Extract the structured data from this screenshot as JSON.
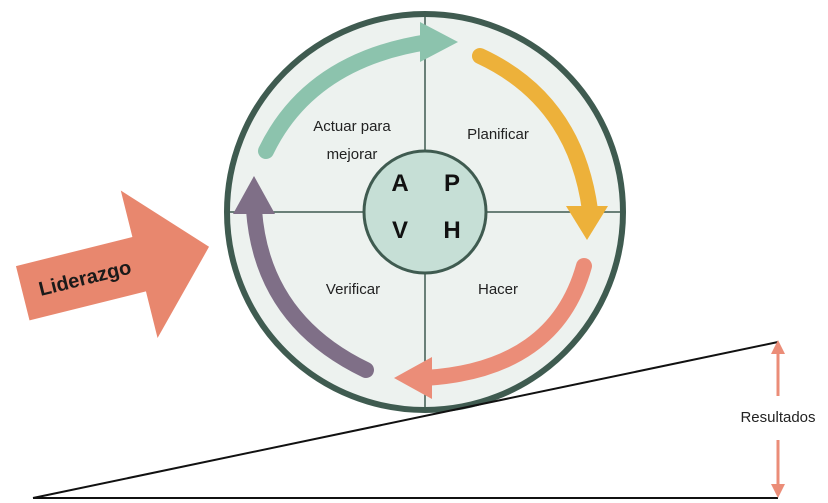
{
  "cycle": {
    "quadrants": {
      "act": [
        "Actuar para",
        "mejorar"
      ],
      "plan": "Planificar",
      "do": "Hacer",
      "check": "Verificar"
    },
    "letters": {
      "a": "A",
      "p": "P",
      "v": "V",
      "h": "H"
    }
  },
  "leadership_label": "Liderazgo",
  "results_label": "Resultados",
  "colors": {
    "circle_fill": "#EDF2EF",
    "circle_stroke": "#3F5B50",
    "hub_fill": "#C6DFD6",
    "act_arrow": "#8CC3AD",
    "plan_arrow": "#EDB13A",
    "do_arrow": "#EB8D78",
    "check_arrow": "#7F6F87",
    "leadership_arrow": "#E8876E",
    "results_arrow": "#EB8D78"
  }
}
